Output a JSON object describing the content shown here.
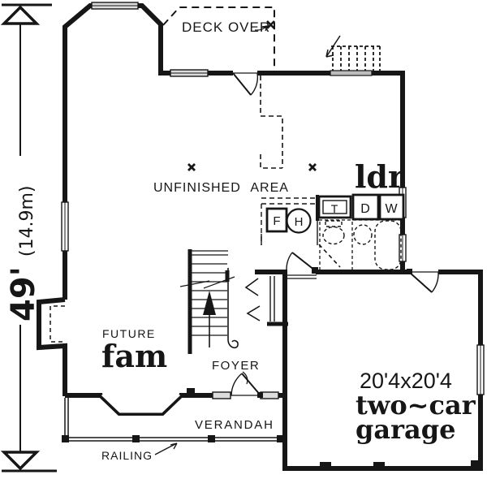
{
  "sheet": {
    "background": "#ffffff",
    "ink": "#161616"
  },
  "dimension": {
    "feet": "49'",
    "metric": "(14.9m)"
  },
  "areas": {
    "deck": {
      "label": "DECK OVER"
    },
    "unfinished": {
      "label": "UNFINISHED AREA"
    },
    "laundry": {
      "label": "ldr",
      "appliances": {
        "laundry_tub": "T",
        "dryer": "D",
        "washer": "W",
        "furnace": "F",
        "water_heater": "H"
      }
    },
    "family": {
      "label_line1": "FUTURE",
      "label_line2": "fam"
    },
    "foyer": {
      "label": "FOYER"
    },
    "verandah": {
      "label": "VERANDAH",
      "railing_label": "RAILING"
    },
    "garage": {
      "size": "20'4x20'4",
      "label_line1": "two~car",
      "label_line2": "garage"
    }
  }
}
